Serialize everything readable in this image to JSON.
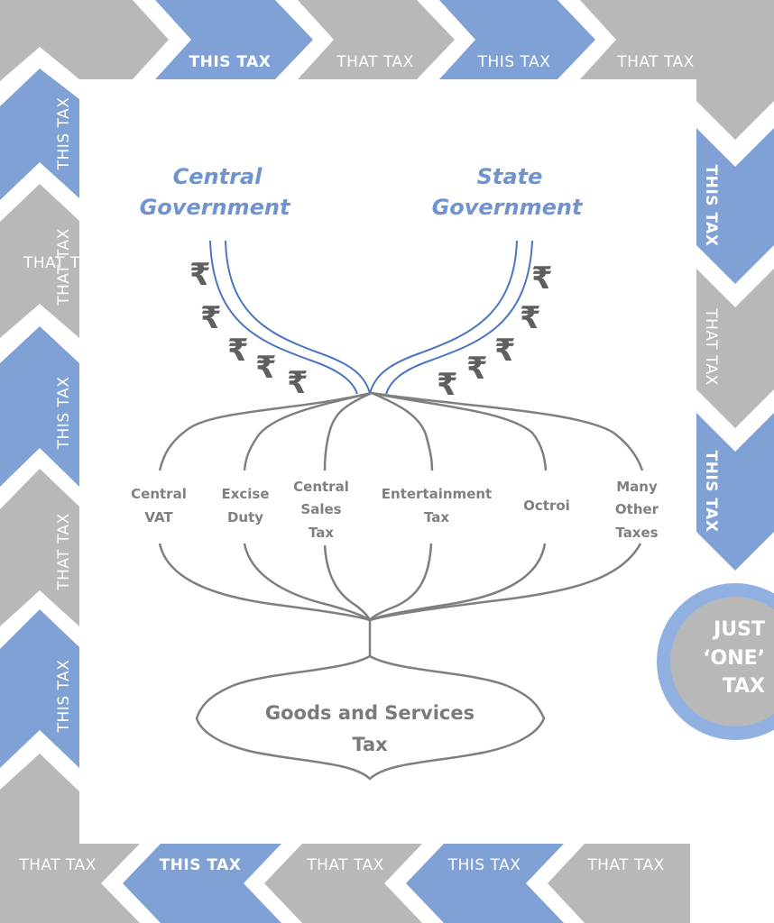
{
  "colors": {
    "this_tax": "#7fa1d5",
    "that_tax": "#b8b8b8",
    "government_title": "#6f93cf",
    "flow_line_blue": "#4a76bf",
    "flow_line_gray": "#7f7f7f",
    "label_gray": "#808080",
    "rupee": "#5f5f5f",
    "circle_fill": "#b8b8b8",
    "circle_ring": "#8fb0e0"
  },
  "top_band": {
    "items": [
      {
        "label": "",
        "kind": "that"
      },
      {
        "label": "THIS TAX",
        "kind": "this"
      },
      {
        "label": "THAT TAX",
        "kind": "that"
      },
      {
        "label": "THIS TAX",
        "kind": "this"
      },
      {
        "label": "THAT TAX",
        "kind": "that"
      }
    ]
  },
  "right_band": {
    "items": [
      {
        "label": "THIS TAX",
        "kind": "this"
      },
      {
        "label": "THAT TAX",
        "kind": "that"
      },
      {
        "label": "THIS TAX",
        "kind": "this"
      }
    ]
  },
  "left_band": {
    "items": [
      {
        "label": "THIS TAX",
        "kind": "this"
      },
      {
        "label": "THAT TAX",
        "kind": "that"
      },
      {
        "label": "THIS TAX",
        "kind": "this"
      },
      {
        "label": "THAT TAX",
        "kind": "that"
      },
      {
        "label": "THIS TAX",
        "kind": "this"
      }
    ],
    "overlap_text": "THAT T"
  },
  "bottom_band": {
    "items": [
      {
        "label": "THAT TAX",
        "kind": "that"
      },
      {
        "label": "THIS TAX",
        "kind": "this"
      },
      {
        "label": "THAT TAX",
        "kind": "that"
      },
      {
        "label": "THIS TAX",
        "kind": "this"
      },
      {
        "label": "THAT TAX",
        "kind": "that"
      }
    ]
  },
  "one_tax": {
    "line1": "JUST",
    "line2": "‘ONE’",
    "line3": "TAX"
  },
  "diagram": {
    "central_government": {
      "line1": "Central",
      "line2": "Government"
    },
    "state_government": {
      "line1": "State",
      "line2": "Government"
    },
    "rupee_symbol": "₹",
    "taxes": [
      {
        "lines": [
          "Central",
          "VAT"
        ]
      },
      {
        "lines": [
          "Excise",
          "Duty"
        ]
      },
      {
        "lines": [
          "Central",
          "Sales",
          "Tax"
        ]
      },
      {
        "lines": [
          "Entertainment",
          "Tax"
        ]
      },
      {
        "lines": [
          "Octroi"
        ]
      },
      {
        "lines": [
          "Many",
          "Other",
          "Taxes"
        ]
      }
    ],
    "gst": {
      "line1": "Goods and Services",
      "line2": "Tax"
    }
  }
}
